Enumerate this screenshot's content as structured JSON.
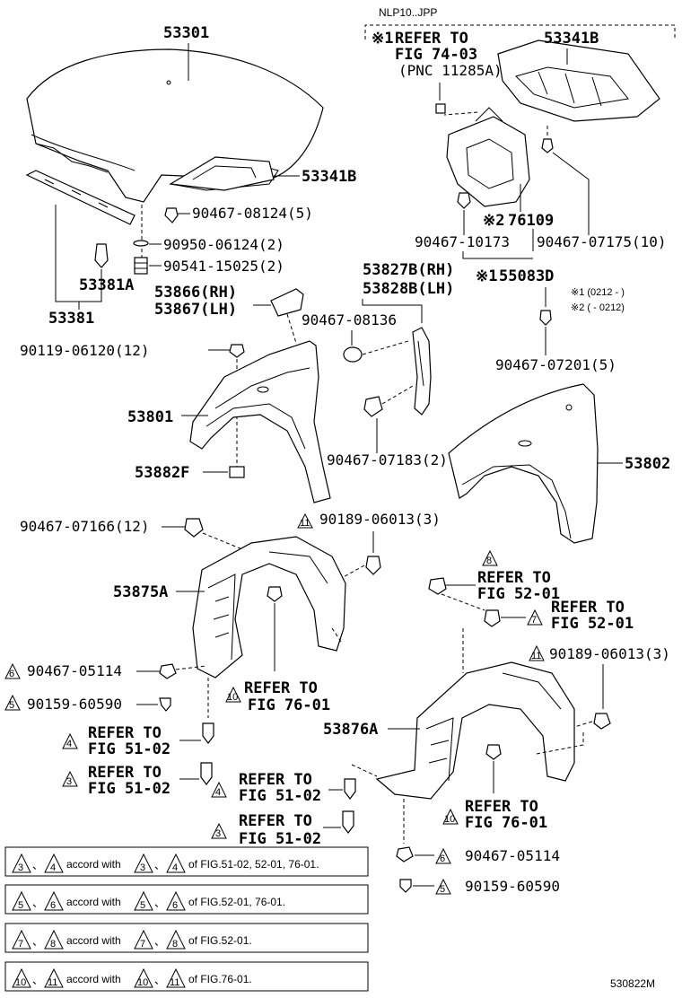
{
  "header": {
    "model": "NLP10..JPP",
    "figure_code": "530822M"
  },
  "refer_top": {
    "mark": "※1",
    "line1": "REFER TO",
    "line2": "FIG 74-03",
    "line3": "(PNC 11285A)"
  },
  "parts": {
    "hood": "53301",
    "hood_insulator": "53341B",
    "hood_insulator_top": "53341B",
    "seal_rh": "53381A",
    "seal": "53381",
    "clip_5": "90467-08124(5)",
    "washer_2": "90950-06124(2)",
    "cushion_2": "90541-15025(2)",
    "cover_rh": "53866(RH)",
    "cover_lh": "53867(LH)",
    "bracket_rh": "53827B(RH)",
    "bracket_lh": "53828B(LH)",
    "clip_08136": "90467-08136",
    "bolt_12": "90119-06120(12)",
    "fender_rh": "53801",
    "fender_lh": "53802",
    "nut": "53882F",
    "clip_07183": "90467-07183(2)",
    "clip_07166": "90467-07166(12)",
    "rivet_3a": "90189-06013(3)",
    "rivet_3b": "90189-06013(3)",
    "liner_rh": "53875A",
    "liner_lh": "53876A",
    "clip_05114a": "90467-05114",
    "clip_05114b": "90467-05114",
    "screw_60590a": "90159-60590",
    "screw_60590b": "90159-60590",
    "seal_76109": "76109",
    "seal_76109_mark": "※2",
    "clip_10173": "90467-10173",
    "clip_07175": "90467-07175(10)",
    "duct": "55083D",
    "duct_mark": "※1",
    "clip_07201": "90467-07201(5)"
  },
  "date_notes": {
    "n1": "※1 (0212 -     )",
    "n2": "※2 (     - 0212)"
  },
  "refers": {
    "r_51_02_a": {
      "num": "4",
      "line1": "REFER TO",
      "line2": "FIG 51-02"
    },
    "r_51_02_b": {
      "num": "3",
      "line1": "REFER TO",
      "line2": "FIG 51-02"
    },
    "r_51_02_c": {
      "num": "4",
      "line1": "REFER TO",
      "line2": "FIG 51-02"
    },
    "r_51_02_d": {
      "num": "3",
      "line1": "REFER TO",
      "line2": "FIG 51-02"
    },
    "r_76_01_a": {
      "num": "10",
      "line1": "REFER TO",
      "line2": "FIG 76-01"
    },
    "r_76_01_b": {
      "num": "10",
      "line1": "REFER TO",
      "line2": "FIG 76-01"
    },
    "r_52_01_a": {
      "num": "8",
      "line1": "REFER TO",
      "line2": "FIG 52-01"
    },
    "r_52_01_b": {
      "num": "7",
      "line1": "REFER TO",
      "line2": "FIG 52-01"
    }
  },
  "marks": {
    "m11a": "11",
    "m11b": "11",
    "m6a": "6",
    "m5a": "5",
    "m6b": "6",
    "m5b": "5"
  },
  "legend": {
    "accord": "accord with",
    "sep": "、",
    "rows": [
      {
        "a": "3",
        "b": "4",
        "text": "of FIG.51-02, 52-01, 76-01."
      },
      {
        "a": "5",
        "b": "6",
        "text": "of FIG.52-01, 76-01."
      },
      {
        "a": "7",
        "b": "8",
        "text": "of FIG.52-01."
      },
      {
        "a": "10",
        "b": "11",
        "text": "of FIG.76-01."
      }
    ]
  }
}
